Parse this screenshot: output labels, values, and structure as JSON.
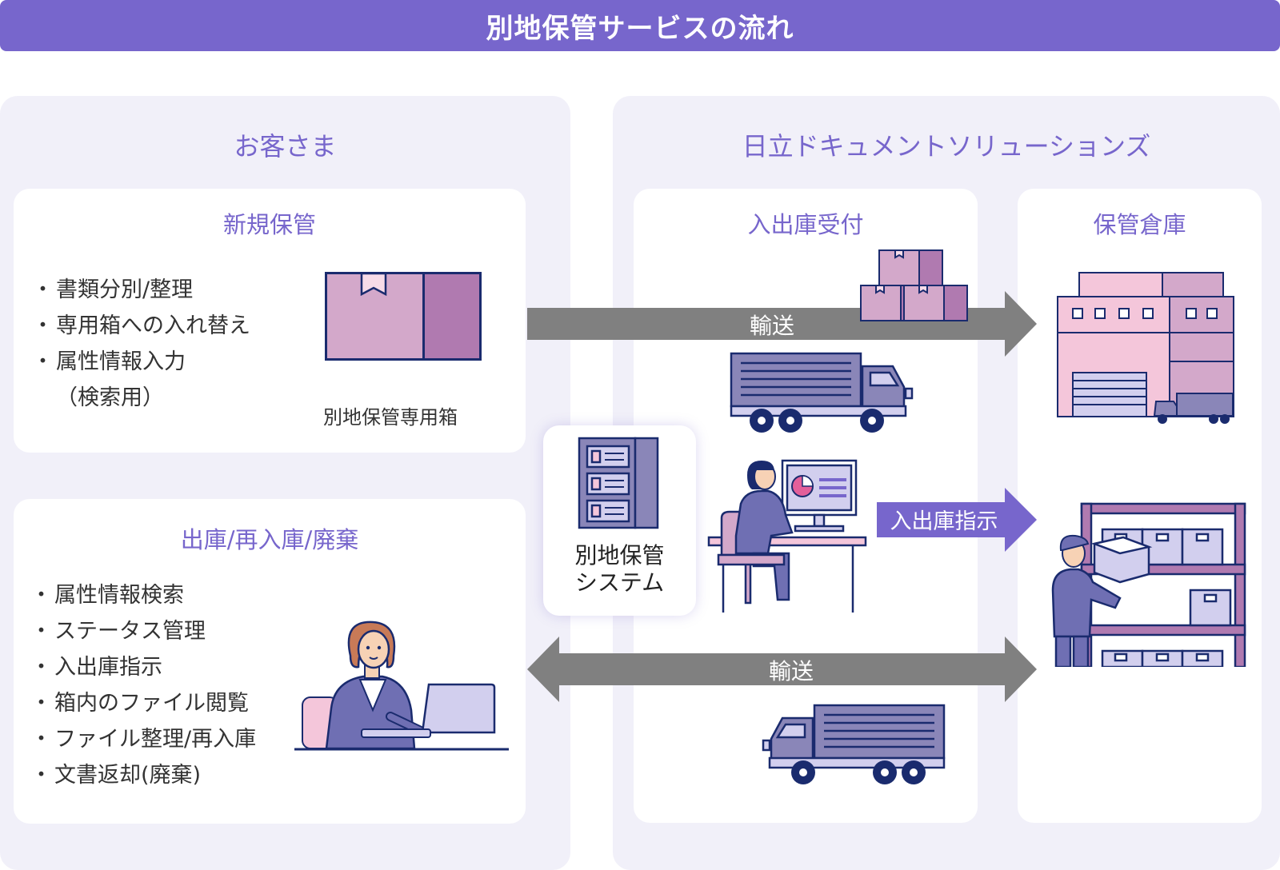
{
  "title": "別地保管サービスの流れ",
  "customer": {
    "heading": "お客さま",
    "new_storage": {
      "heading": "新規保管",
      "items": [
        "書類分別/整理",
        "専用箱への入れ替え",
        "属性情報入力"
      ],
      "items_note": "（検索用）",
      "box_caption": "別地保管専用箱"
    },
    "retrieval": {
      "heading": "出庫/再入庫/廃棄",
      "items": [
        "属性情報検索",
        "ステータス管理",
        "入出庫指示",
        "箱内のファイル閲覧",
        "ファイル整理/再入庫",
        "文書返却(廃棄)"
      ]
    }
  },
  "provider": {
    "heading": "日立ドキュメントソリューションズ",
    "reception": {
      "heading": "入出庫受付"
    },
    "warehouse": {
      "heading": "保管倉庫"
    }
  },
  "system": {
    "label_line1": "別地保管",
    "label_line2": "システム"
  },
  "arrows": {
    "transport_top": "輸送",
    "instruction": "入出庫指示",
    "transport_bottom": "輸送"
  },
  "colors": {
    "accent": "#7766cc",
    "panel_bg": "#f1f0f9",
    "arrow_gray": "#808080",
    "box_pink": "#d3a8ca",
    "box_dark": "#b07ab0",
    "navy": "#1a2b6e",
    "truck_body": "#8a86b8"
  },
  "icons": [
    "storage-box-icon",
    "stacked-boxes-icon",
    "truck-icon",
    "warehouse-icon",
    "server-icon",
    "operator-at-computer-icon",
    "woman-at-laptop-icon",
    "warehouse-worker-icon"
  ]
}
